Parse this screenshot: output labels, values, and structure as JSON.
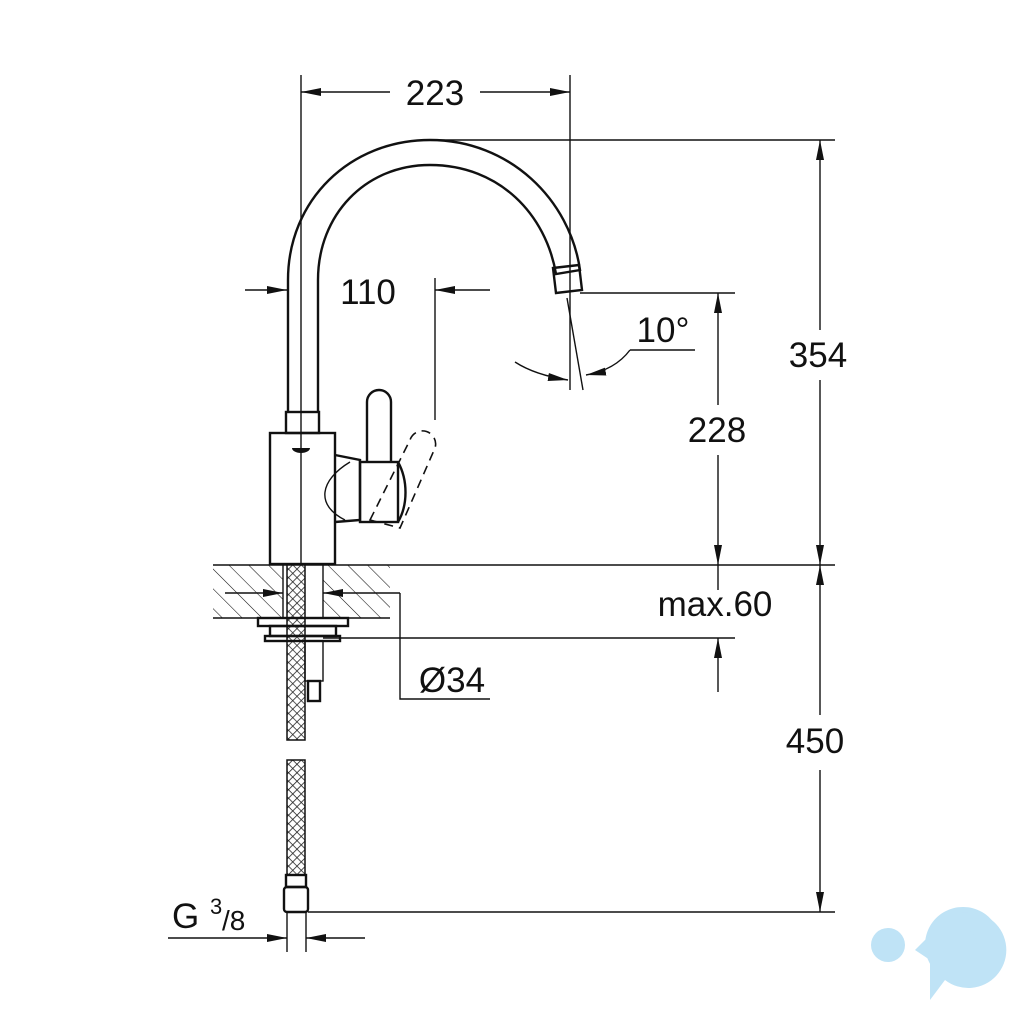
{
  "dimensions": {
    "spout_reach": "223",
    "total_height": "354",
    "spout_height": "228",
    "lever_offset": "110",
    "spout_angle": "10°",
    "counter_thickness": "max.60",
    "hole_diameter": "Ø34",
    "hose_length": "450",
    "connection_thread_prefix": "G",
    "connection_thread_num": "3",
    "connection_thread_den": "/8"
  },
  "logo": {
    "color": "#bfe3f6",
    "icon": "infinity-cd-logo"
  }
}
